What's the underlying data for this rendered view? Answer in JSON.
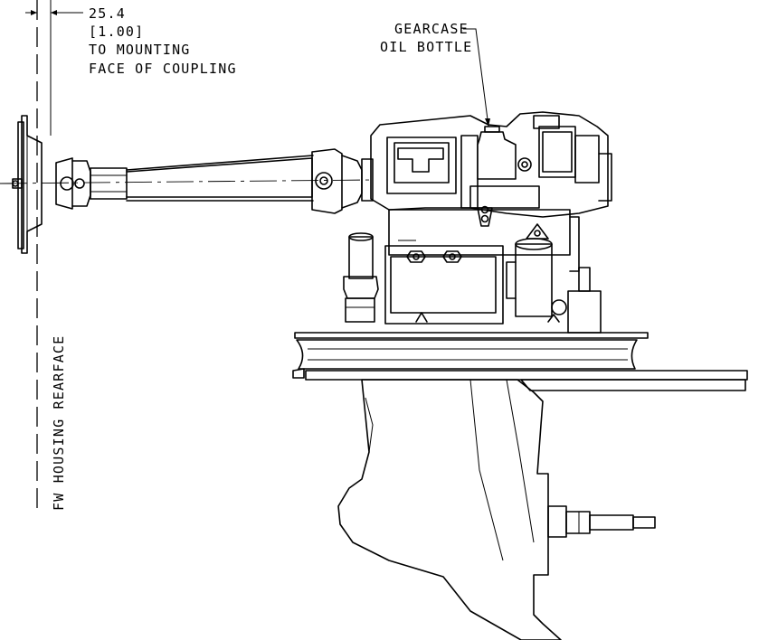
{
  "dimension": {
    "metric": "25.4",
    "imperial": "[1.00]",
    "note_line1": "TO MOUNTING",
    "note_line2": "FACE OF COUPLING"
  },
  "callout": {
    "line1": "GEARCASE",
    "line2": "OIL BOTTLE"
  },
  "reference_line_label": "FW HOUSING REARFACE"
}
